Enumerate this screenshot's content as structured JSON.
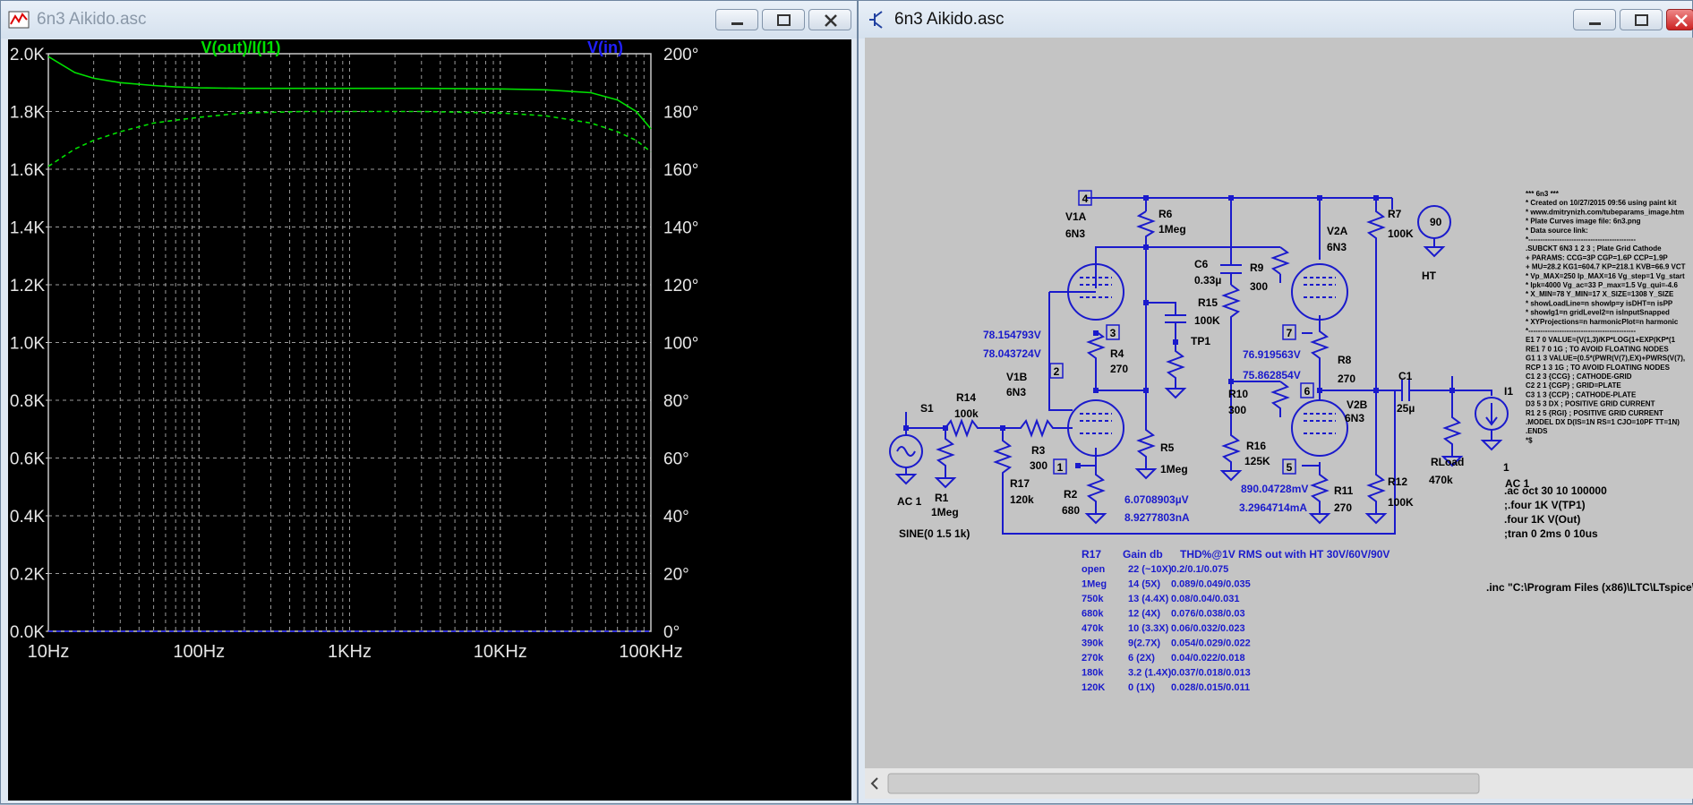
{
  "plot_window": {
    "title": "6n3 Aikido.asc",
    "traces": [
      "V(out)/I(I1)",
      "V(in)"
    ],
    "trace_colors": {
      "green": "#00e000",
      "blue": "#2020ff"
    }
  },
  "chart_data": {
    "type": "line",
    "x_scale": "log",
    "x_ticks": [
      "10Hz",
      "100Hz",
      "1KHz",
      "10KHz",
      "100KHz"
    ],
    "xlim": [
      10,
      100000
    ],
    "y_left_ticks": [
      "2.0K",
      "1.8K",
      "1.6K",
      "1.4K",
      "1.2K",
      "1.0K",
      "0.8K",
      "0.6K",
      "0.4K",
      "0.2K",
      "0.0K"
    ],
    "ylim_left": [
      0,
      2000
    ],
    "y_right_ticks": [
      "200°",
      "180°",
      "160°",
      "140°",
      "120°",
      "100°",
      "80°",
      "60°",
      "40°",
      "20°",
      "0°"
    ],
    "ylim_right": [
      0,
      200
    ],
    "grid": true,
    "series": [
      {
        "name": "V(out)/I(I1)",
        "axis": "left",
        "style": "solid",
        "color": "#00e000",
        "x": [
          10,
          15,
          20,
          30,
          50,
          70,
          100,
          200,
          500,
          1000,
          3000,
          10000,
          20000,
          40000,
          60000,
          80000,
          100000
        ],
        "y": [
          1990,
          1935,
          1915,
          1900,
          1890,
          1885,
          1882,
          1880,
          1880,
          1880,
          1880,
          1878,
          1875,
          1865,
          1840,
          1800,
          1740
        ]
      },
      {
        "name": "",
        "axis": "right",
        "style": "dashed",
        "color": "#00e000",
        "x": [
          10,
          15,
          20,
          30,
          50,
          70,
          100,
          200,
          500,
          1000,
          3000,
          10000,
          20000,
          40000,
          60000,
          80000,
          100000
        ],
        "y": [
          161,
          167,
          170,
          173,
          176,
          177,
          178,
          179.5,
          180,
          180,
          180,
          179.5,
          178.5,
          176,
          173,
          170,
          166
        ]
      },
      {
        "name": "V(in)",
        "axis": "left",
        "style": "dashed",
        "color": "#2020ff",
        "x": [
          10,
          100000
        ],
        "y": [
          0,
          0
        ]
      }
    ]
  },
  "schematic_window": {
    "title": "6n3 Aikido.asc"
  },
  "schematic": {
    "labels": [
      "V1A",
      "6N3",
      "R6",
      "1Meg",
      "C6",
      "0.33µ",
      "R9",
      "300",
      "V2A",
      "6N3",
      "R7",
      "100K",
      "90",
      "HT",
      "R15",
      "100K",
      "TP1",
      "78.154793V",
      "78.043724V",
      "V1B",
      "6N3",
      "R4",
      "270",
      "76.919563V",
      "75.862854V",
      "R8",
      "270",
      "R14",
      "100k",
      "S1",
      "R3",
      "300",
      "R10",
      "300",
      "V2B",
      "6N3",
      "C1",
      "25µ",
      "RLoad",
      "470k",
      "I1",
      "R1",
      "1Meg",
      "AC 1",
      "R17",
      "120k",
      "R2",
      "680",
      "R5",
      "1Meg",
      "R16",
      "125K",
      "R11",
      "270",
      "R12",
      "100K",
      "SINE(0 1.5 1k)",
      "6.0708903µV",
      "8.9277803nA",
      "890.04728mV",
      "3.2964714mA",
      "1",
      "AC 1"
    ],
    "nodes": [
      "4",
      "3",
      "2",
      "1",
      "7",
      "6",
      "5"
    ],
    "spice_directives": [
      ".ac oct 30 10 100000",
      ";.four 1K V(TP1)",
      ".four 1K V(Out)",
      ";tran 0 2ms 0 10us"
    ],
    "include": ".inc \"C:\\Program Files (x86)\\LTC\\LTspice\\",
    "subckt_text": [
      "*** 6n3 ***",
      "* Created on 10/27/2015 09:56 using paint kit",
      "* www.dmitrynizh.com/tubeparams_image.htm",
      "* Plate Curves image file: 6n3.png",
      "* Data source link:",
      "*---------------------------------------------",
      ".SUBCKT 6N3 1 2 3 ; Plate Grid Cathode",
      "+ PARAMS: CCG=3P  CGP=1.6P CCP=1.9P",
      "+ MU=28.2 KG1=604.7 KP=218.1 KVB=66.9 VCT",
      "* Vp_MAX=250 Ip_MAX=16 Vg_step=1 Vg_start",
      "* Ipk=4000 Vg_ac=33 P_max=1.5 Vg_qui=-4.6",
      "* X_MIN=78 Y_MIN=17 X_SIZE=1308 Y_SIZE",
      "* showLoadLine=n showIp=y isDHT=n isPP",
      "* showIg1=n gridLevel2=n isInputSnapped",
      "* XYProjections=n harmonicPlot=n harmonic",
      "*---------------------------------------------",
      "E1 7 0 VALUE={V(1,3)/KP*LOG(1+EXP(KP*(1",
      "RE1 7 0 1G   ; TO AVOID FLOATING NODES",
      "G1 1 3 VALUE={0.5*(PWR(V(7),EX)+PWRS(V(7),",
      "RCP 1 3 1G   ; TO AVOID FLOATING NODES",
      "C1 2 3 {CCG} ; CATHODE-GRID",
      "C2 2 1 {CGP} ; GRID=PLATE",
      "C3 1 3 {CCP} ; CATHODE-PLATE",
      "D3 5 3 DX ; POSITIVE GRID CURRENT",
      "R1 2 5 {RGI} ; POSITIVE GRID CURRENT",
      ".MODEL DX D(IS=1N RS=1 CJO=10PF TT=1N)",
      ".ENDS",
      "*$"
    ],
    "table": {
      "header": [
        "R17",
        "Gain db",
        "THD%@1V RMS out with HT 30V/60V/90V"
      ],
      "rows": [
        [
          "open",
          "22 (~10X)",
          "0.2/0.1/0.075"
        ],
        [
          "1Meg",
          "14  (5X)",
          "0.089/0.049/0.035"
        ],
        [
          "750k",
          "13 (4.4X)",
          "0.08/0.04/0.031"
        ],
        [
          "680k",
          "12  (4X)",
          "0.076/0.038/0.03"
        ],
        [
          "470k",
          "10 (3.3X)",
          "0.06/0.032/0.023"
        ],
        [
          "390k",
          "9(2.7X)",
          "0.054/0.029/0.022"
        ],
        [
          "270k",
          "6  (2X)",
          "0.04/0.022/0.018"
        ],
        [
          "180k",
          "3.2 (1.4X)",
          "0.037/0.018/0.013"
        ],
        [
          "120K",
          "0  (1X)",
          "0.028/0.015/0.011"
        ]
      ]
    }
  }
}
